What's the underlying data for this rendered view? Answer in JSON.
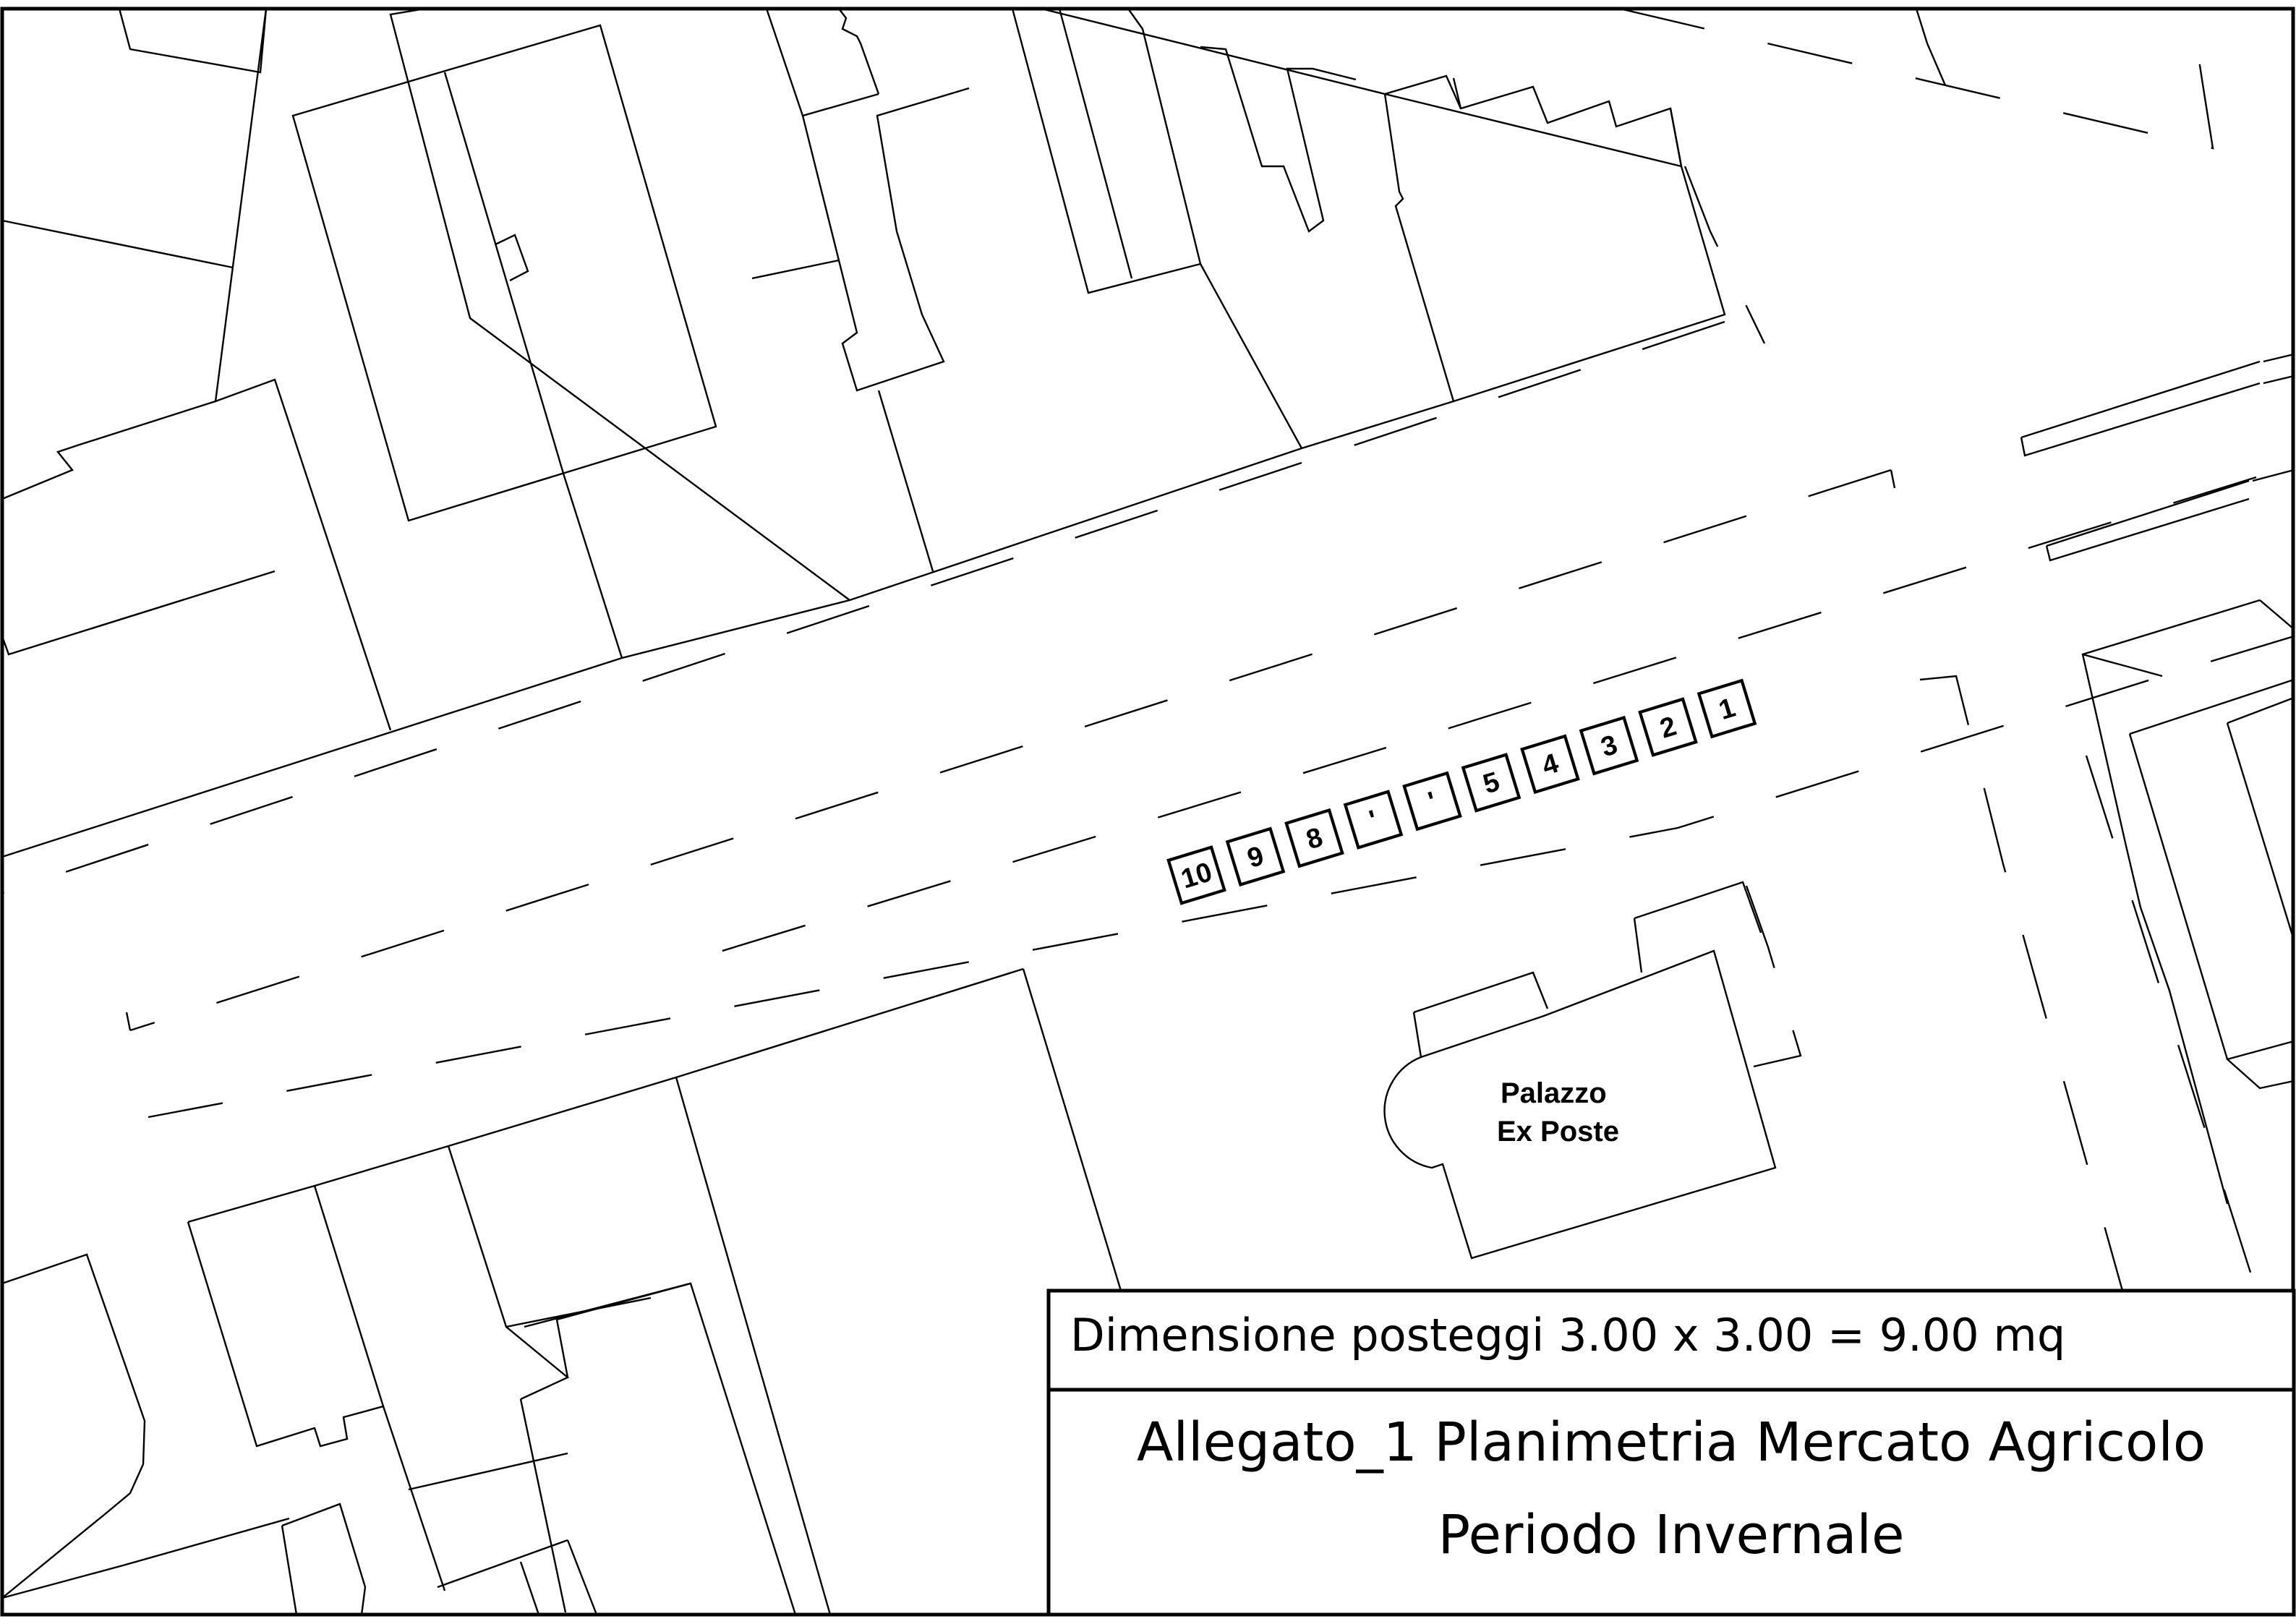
{
  "map": {
    "stalls": [
      {
        "label": "1"
      },
      {
        "label": "2"
      },
      {
        "label": "3"
      },
      {
        "label": "4"
      },
      {
        "label": "5"
      },
      {
        "label": "'"
      },
      {
        "label": "'"
      },
      {
        "label": "8"
      },
      {
        "label": "9"
      },
      {
        "label": "10"
      }
    ],
    "building_label_line1": "Palazzo",
    "building_label_line2": "Ex Poste"
  },
  "legend": {
    "dimension": "Dimensione posteggi 3.00 x 3.00 = 9.00 mq",
    "title_line1": "Allegato_1 Planimetria Mercato Agricolo",
    "title_line2": "Periodo Invernale"
  }
}
